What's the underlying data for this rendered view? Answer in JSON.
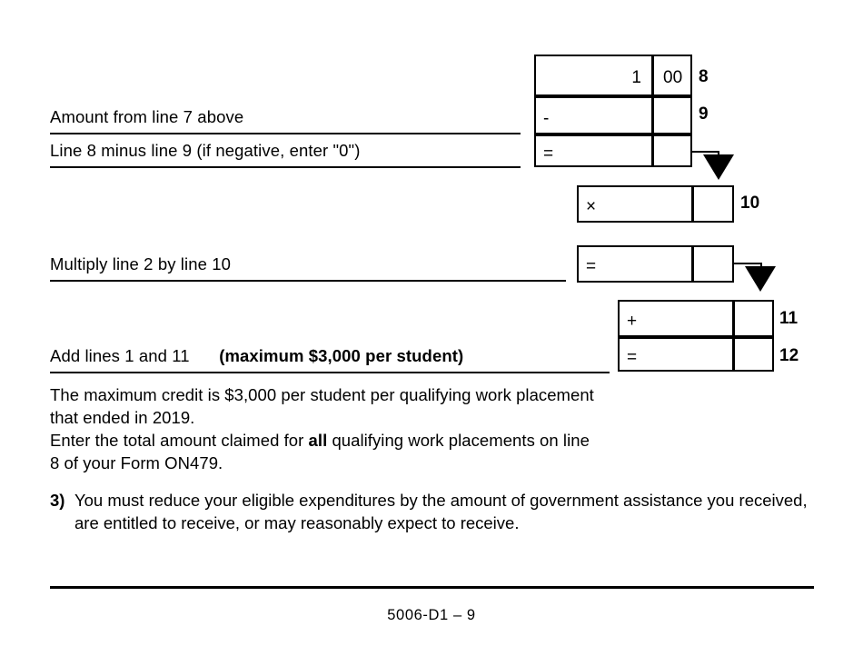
{
  "document": {
    "form_id": "5006-D1",
    "footer_text": "5006-D1 – 9"
  },
  "calculation_rows": [
    {
      "label": "",
      "line_number": "8",
      "operator": "",
      "dollars": "1",
      "cents": "00"
    },
    {
      "label": "Amount from line 7 above",
      "line_number": "9",
      "operator": "-",
      "dollars": "",
      "cents": ""
    },
    {
      "label": "Line 8 minus line 9 (if negative, enter \"0\")",
      "line_number": "",
      "operator": "=",
      "dollars": "",
      "cents": ""
    },
    {
      "label": "",
      "line_number": "10",
      "operator": "×",
      "dollars": "",
      "cents": ""
    },
    {
      "label": "Multiply line 2 by line 10",
      "line_number": "",
      "operator": "=",
      "dollars": "",
      "cents": ""
    },
    {
      "label": "",
      "line_number": "11",
      "operator": "+",
      "dollars": "",
      "cents": ""
    },
    {
      "label": "Add lines 1 and 11",
      "label_bold_suffix": "(maximum $3,000 per student)",
      "line_number": "12",
      "operator": "=",
      "dollars": "",
      "cents": ""
    }
  ],
  "notes": {
    "max_credit_line1": "The maximum credit is $3,000 per student per qualifying work placement",
    "max_credit_line2": "that ended in 2019.",
    "enter_total_prefix": "Enter the total amount claimed for ",
    "enter_total_bold": "all",
    "enter_total_suffix": " qualifying work placements on line",
    "enter_total_line2": "8 of your Form ON479."
  },
  "numbered_item": {
    "marker": "3)",
    "text": "You must reduce your eligible expenditures by the amount of government assistance you received, are entitled to receive, or may reasonably expect to receive."
  },
  "colors": {
    "ink": "#000000",
    "paper": "#ffffff"
  }
}
